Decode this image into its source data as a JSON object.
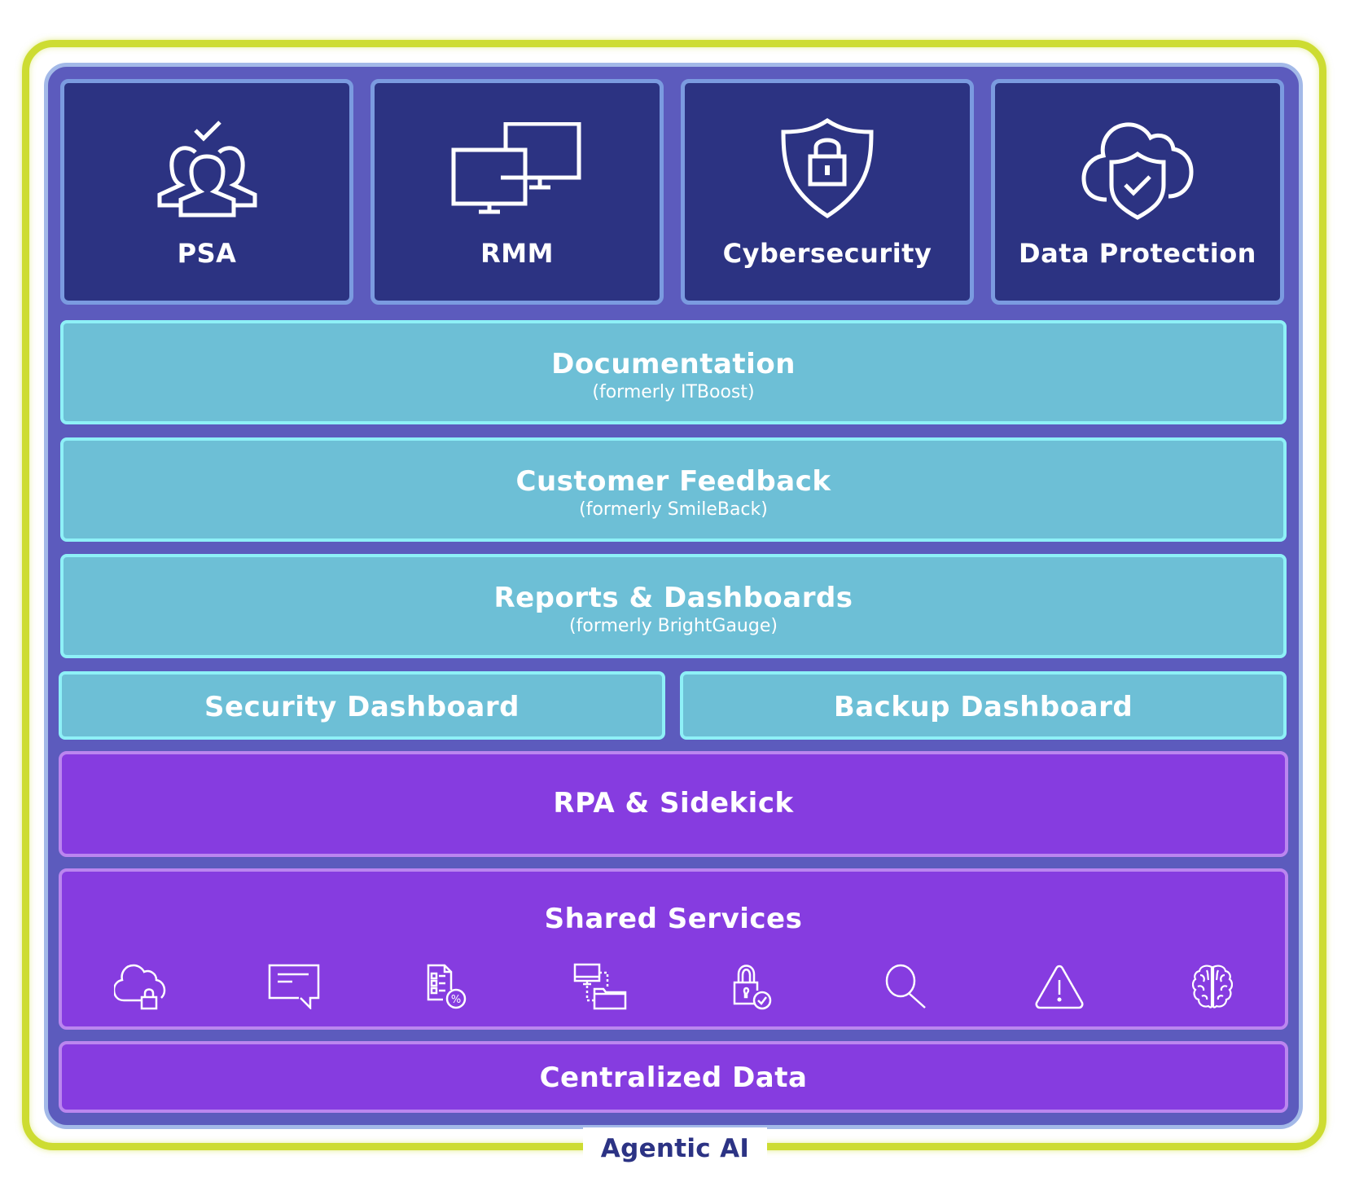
{
  "diagram": {
    "frame_label": "Agentic AI",
    "colors": {
      "frame": "#cddc32",
      "platform_bg": "#5c5bbd",
      "platform_border": "#a3b9e8",
      "tile_bg": "#2c3382",
      "tile_border": "#7b9be0",
      "band_bg": "#6dbfd6",
      "band_border": "#8ef0f7",
      "purple_bg": "#863ce0",
      "purple_border": "#bb86ef",
      "label_text": "#2c3384"
    },
    "products": [
      {
        "label": "PSA",
        "icon": "users-check-icon"
      },
      {
        "label": "RMM",
        "icon": "dual-monitor-icon"
      },
      {
        "label": "Cybersecurity",
        "icon": "shield-lock-icon"
      },
      {
        "label": "Data Protection",
        "icon": "cloud-shield-check-icon"
      }
    ],
    "bands": [
      {
        "title": "Documentation",
        "subtitle": "(formerly ITBoost)"
      },
      {
        "title": "Customer Feedback",
        "subtitle": "(formerly SmileBack)"
      },
      {
        "title": "Reports & Dashboards",
        "subtitle": "(formerly BrightGauge)"
      }
    ],
    "dashboards": [
      {
        "title": "Security Dashboard"
      },
      {
        "title": "Backup Dashboard"
      }
    ],
    "rpa": {
      "title": "RPA & Sidekick"
    },
    "shared_services": {
      "title": "Shared Services",
      "icons": [
        "cloud-lock-icon",
        "chat-message-icon",
        "checklist-percent-icon",
        "network-folder-icon",
        "padlock-check-icon",
        "search-icon",
        "warning-icon",
        "brain-icon"
      ]
    },
    "centralized": {
      "title": "Centralized Data"
    }
  }
}
